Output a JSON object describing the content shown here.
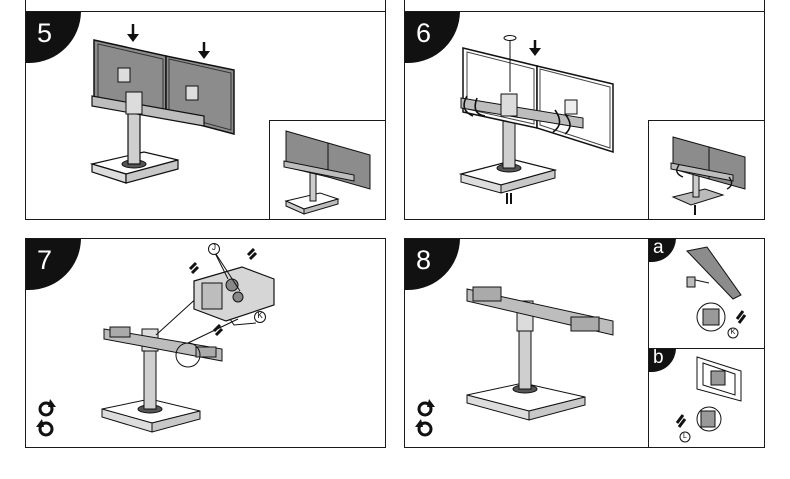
{
  "steps": [
    {
      "number": "5"
    },
    {
      "number": "6"
    },
    {
      "number": "7"
    },
    {
      "number": "8"
    }
  ],
  "insets": {
    "a": "a",
    "b": "b"
  },
  "callouts": {
    "J": "J",
    "K": "K",
    "K2": "K",
    "L": "L"
  },
  "icons": [
    "down-arrow-icon",
    "rotate-clockwise-icon",
    "rotate-counterclockwise-icon",
    "hex-key-icon",
    "screw-icon"
  ],
  "colors": {
    "ink": "#1a1a1a",
    "screen": "#8c8c8c",
    "metal": "#bdbdbd",
    "paper": "#ffffff"
  }
}
